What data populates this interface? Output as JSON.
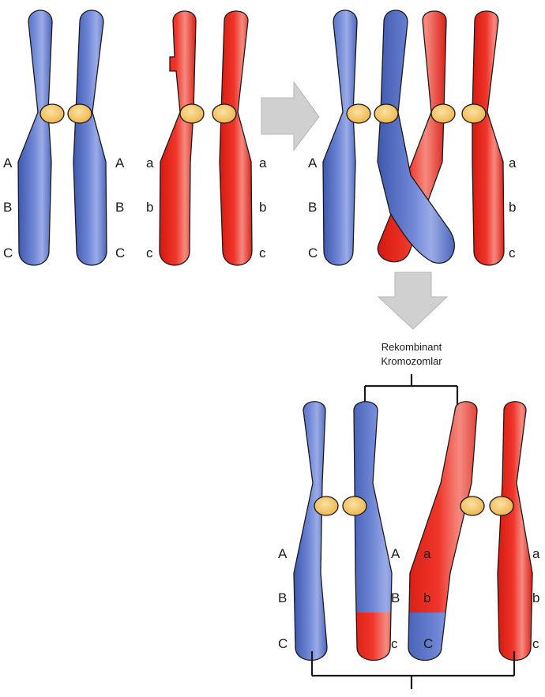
{
  "figure": {
    "caption_line1": "Rekombinant",
    "caption_line2": "Kromozomlar"
  },
  "labels": {
    "upper": "A",
    "middle": "B",
    "lower": "C",
    "upper_small": "a",
    "middle_small": "b",
    "lower_small": "c"
  },
  "colors": {
    "blue": "#5b74c6",
    "red": "#e8261c",
    "centromere": "#f5c869",
    "arrow": "#d0d0d0"
  }
}
